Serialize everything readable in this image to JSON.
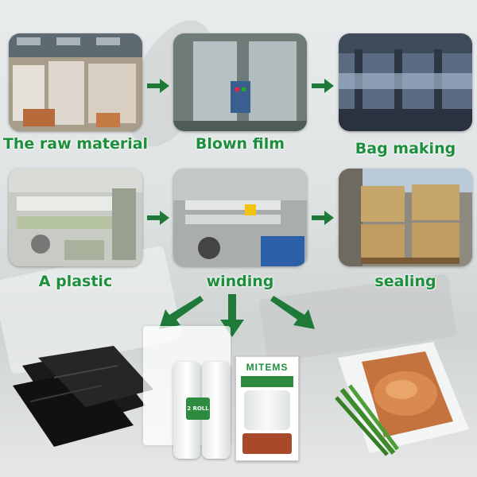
{
  "steps": {
    "raw_material": "The raw material",
    "blown_film": "Blown film",
    "bag_making": "Bag making",
    "a_plastic": "A plastic",
    "winding": "winding",
    "sealing": "sealing"
  },
  "product_box": {
    "brand": "MITEMS",
    "roll_badge": "2 ROLL"
  },
  "colors": {
    "label_green": "#1d8f3c",
    "arrow_green": "#1f7a3a"
  }
}
